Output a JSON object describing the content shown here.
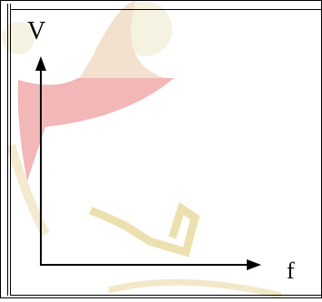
{
  "diagram": {
    "y_axis_label": "V",
    "x_axis_label": "f"
  },
  "colors": {
    "axis": "#000000",
    "watermark_red": "#e07070",
    "watermark_gold": "#e0c870",
    "watermark_cream": "#efe8cc"
  },
  "watermark": {
    "text": "معا"
  }
}
